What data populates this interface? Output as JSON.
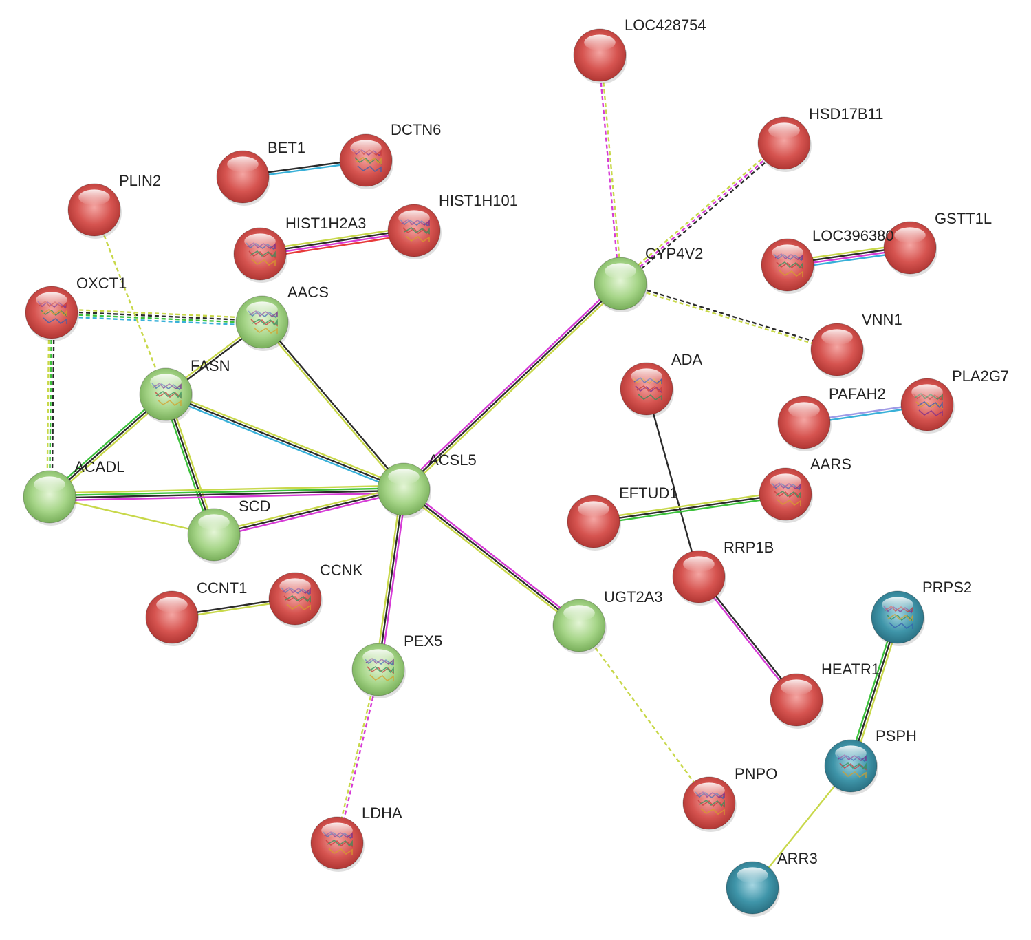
{
  "network": {
    "cluster_colors": {
      "red": "#d9534f",
      "green": "#9ccc7a",
      "teal": "#3a8fa3"
    },
    "channel_colors": {
      "black": "#2b2b2b",
      "yellow": "#c8d84a",
      "magenta": "#d63bd6",
      "green": "#3cc13c",
      "cyan": "#38b0d8",
      "red": "#e83a3a",
      "lavender": "#9f9ae6"
    },
    "nodes": [
      {
        "id": "LOC428754",
        "label": "LOC428754",
        "cluster": "red",
        "structure": false
      },
      {
        "id": "HSD17B11",
        "label": "HSD17B11",
        "cluster": "red",
        "structure": false
      },
      {
        "id": "BET1",
        "label": "BET1",
        "cluster": "red",
        "structure": false
      },
      {
        "id": "DCTN6",
        "label": "DCTN6",
        "cluster": "red",
        "structure": true
      },
      {
        "id": "PLIN2",
        "label": "PLIN2",
        "cluster": "red",
        "structure": false
      },
      {
        "id": "HIST1H101",
        "label": "HIST1H101",
        "cluster": "red",
        "structure": true
      },
      {
        "id": "HIST1H2A3",
        "label": "HIST1H2A3",
        "cluster": "red",
        "structure": true
      },
      {
        "id": "GSTT1L",
        "label": "GSTT1L",
        "cluster": "red",
        "structure": false
      },
      {
        "id": "LOC396380",
        "label": "LOC396380",
        "cluster": "red",
        "structure": true
      },
      {
        "id": "CYP4V2",
        "label": "CYP4V2",
        "cluster": "green",
        "structure": false
      },
      {
        "id": "OXCT1",
        "label": "OXCT1",
        "cluster": "red",
        "structure": true
      },
      {
        "id": "AACS",
        "label": "AACS",
        "cluster": "green",
        "structure": true
      },
      {
        "id": "VNN1",
        "label": "VNN1",
        "cluster": "red",
        "structure": false
      },
      {
        "id": "ADA",
        "label": "ADA",
        "cluster": "red",
        "structure": true
      },
      {
        "id": "FASN",
        "label": "FASN",
        "cluster": "green",
        "structure": true
      },
      {
        "id": "PLA2G7",
        "label": "PLA2G7",
        "cluster": "red",
        "structure": true
      },
      {
        "id": "PAFAH2",
        "label": "PAFAH2",
        "cluster": "red",
        "structure": false
      },
      {
        "id": "ACADL",
        "label": "ACADL",
        "cluster": "green",
        "structure": false
      },
      {
        "id": "ACSL5",
        "label": "ACSL5",
        "cluster": "green",
        "structure": false
      },
      {
        "id": "AARS",
        "label": "AARS",
        "cluster": "red",
        "structure": true
      },
      {
        "id": "EFTUD1",
        "label": "EFTUD1",
        "cluster": "red",
        "structure": false
      },
      {
        "id": "SCD",
        "label": "SCD",
        "cluster": "green",
        "structure": false
      },
      {
        "id": "RRP1B",
        "label": "RRP1B",
        "cluster": "red",
        "structure": false
      },
      {
        "id": "CCNK",
        "label": "CCNK",
        "cluster": "red",
        "structure": true
      },
      {
        "id": "CCNT1",
        "label": "CCNT1",
        "cluster": "red",
        "structure": false
      },
      {
        "id": "PRPS2",
        "label": "PRPS2",
        "cluster": "teal",
        "structure": true
      },
      {
        "id": "UGT2A3",
        "label": "UGT2A3",
        "cluster": "green",
        "structure": false
      },
      {
        "id": "PEX5",
        "label": "PEX5",
        "cluster": "green",
        "structure": true
      },
      {
        "id": "HEATR1",
        "label": "HEATR1",
        "cluster": "red",
        "structure": false
      },
      {
        "id": "PSPH",
        "label": "PSPH",
        "cluster": "teal",
        "structure": true
      },
      {
        "id": "PNPO",
        "label": "PNPO",
        "cluster": "red",
        "structure": true
      },
      {
        "id": "LDHA",
        "label": "LDHA",
        "cluster": "red",
        "structure": true
      },
      {
        "id": "ARR3",
        "label": "ARR3",
        "cluster": "teal",
        "structure": false
      }
    ],
    "edges": [
      {
        "source": "BET1",
        "target": "DCTN6",
        "colors": [
          "black",
          "cyan"
        ],
        "dashed": false
      },
      {
        "source": "HIST1H2A3",
        "target": "HIST1H101",
        "colors": [
          "yellow",
          "black",
          "magenta",
          "red"
        ],
        "dashed": false
      },
      {
        "source": "LOC396380",
        "target": "GSTT1L",
        "colors": [
          "yellow",
          "black",
          "magenta",
          "cyan"
        ],
        "dashed": false
      },
      {
        "source": "LOC428754",
        "target": "CYP4V2",
        "colors": [
          "yellow",
          "magenta"
        ],
        "dashed": true
      },
      {
        "source": "HSD17B11",
        "target": "CYP4V2",
        "colors": [
          "black",
          "magenta",
          "yellow"
        ],
        "dashed": true
      },
      {
        "source": "CYP4V2",
        "target": "VNN1",
        "colors": [
          "black",
          "yellow"
        ],
        "dashed": true
      },
      {
        "source": "CYP4V2",
        "target": "ACSL5",
        "colors": [
          "yellow",
          "black",
          "magenta"
        ],
        "dashed": false
      },
      {
        "source": "OXCT1",
        "target": "AACS",
        "colors": [
          "yellow",
          "black",
          "green",
          "cyan"
        ],
        "dashed": true
      },
      {
        "source": "OXCT1",
        "target": "ACADL",
        "colors": [
          "black",
          "green",
          "yellow"
        ],
        "dashed": true
      },
      {
        "source": "PLIN2",
        "target": "FASN",
        "colors": [
          "yellow"
        ],
        "dashed": true
      },
      {
        "source": "AACS",
        "target": "FASN",
        "colors": [
          "black",
          "yellow"
        ],
        "dashed": false
      },
      {
        "source": "AACS",
        "target": "ACSL5",
        "colors": [
          "black",
          "yellow"
        ],
        "dashed": false
      },
      {
        "source": "FASN",
        "target": "ACADL",
        "colors": [
          "yellow",
          "black",
          "green"
        ],
        "dashed": false
      },
      {
        "source": "FASN",
        "target": "SCD",
        "colors": [
          "yellow",
          "black",
          "green"
        ],
        "dashed": false
      },
      {
        "source": "FASN",
        "target": "ACSL5",
        "colors": [
          "yellow",
          "black",
          "cyan"
        ],
        "dashed": false
      },
      {
        "source": "ACADL",
        "target": "ACSL5",
        "colors": [
          "yellow",
          "green",
          "black",
          "magenta"
        ],
        "dashed": false
      },
      {
        "source": "ACADL",
        "target": "SCD",
        "colors": [
          "yellow"
        ],
        "dashed": false
      },
      {
        "source": "SCD",
        "target": "ACSL5",
        "colors": [
          "yellow",
          "black",
          "magenta"
        ],
        "dashed": false
      },
      {
        "source": "ACSL5",
        "target": "PEX5",
        "colors": [
          "magenta",
          "black",
          "yellow"
        ],
        "dashed": false
      },
      {
        "source": "ACSL5",
        "target": "UGT2A3",
        "colors": [
          "magenta",
          "black",
          "yellow"
        ],
        "dashed": false
      },
      {
        "source": "PEX5",
        "target": "LDHA",
        "colors": [
          "magenta",
          "yellow"
        ],
        "dashed": true
      },
      {
        "source": "UGT2A3",
        "target": "PNPO",
        "colors": [
          "yellow"
        ],
        "dashed": true
      },
      {
        "source": "CCNT1",
        "target": "CCNK",
        "colors": [
          "black",
          "yellow"
        ],
        "dashed": false
      },
      {
        "source": "ADA",
        "target": "RRP1B",
        "colors": [
          "black"
        ],
        "dashed": false
      },
      {
        "source": "EFTUD1",
        "target": "AARS",
        "colors": [
          "yellow",
          "black",
          "green"
        ],
        "dashed": false
      },
      {
        "source": "PAFAH2",
        "target": "PLA2G7",
        "colors": [
          "lavender",
          "cyan"
        ],
        "dashed": false
      },
      {
        "source": "RRP1B",
        "target": "HEATR1",
        "colors": [
          "black",
          "magenta"
        ],
        "dashed": false
      },
      {
        "source": "PRPS2",
        "target": "PSPH",
        "colors": [
          "yellow",
          "black",
          "green"
        ],
        "dashed": false
      },
      {
        "source": "PSPH",
        "target": "ARR3",
        "colors": [
          "yellow"
        ],
        "dashed": false
      }
    ]
  }
}
